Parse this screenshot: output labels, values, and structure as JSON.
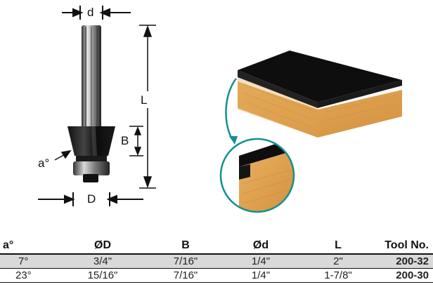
{
  "diagram": {
    "labels": {
      "d": "d",
      "L": "L",
      "B": "B",
      "a": "a°",
      "D": "D"
    }
  },
  "table": {
    "headers": [
      "a°",
      "ØD",
      "B",
      "Ød",
      "L",
      "Tool No."
    ],
    "rows": [
      [
        "7°",
        "3/4\"",
        "7/16\"",
        "1/4\"",
        "2\"",
        "200-32"
      ],
      [
        "23°",
        "15/16\"",
        "7/16\"",
        "1/4\"",
        "1-7/8\"",
        "200-30"
      ]
    ]
  },
  "colors": {
    "teal": "#13908f",
    "wood": "#e0a552",
    "laminate": "#111111"
  }
}
